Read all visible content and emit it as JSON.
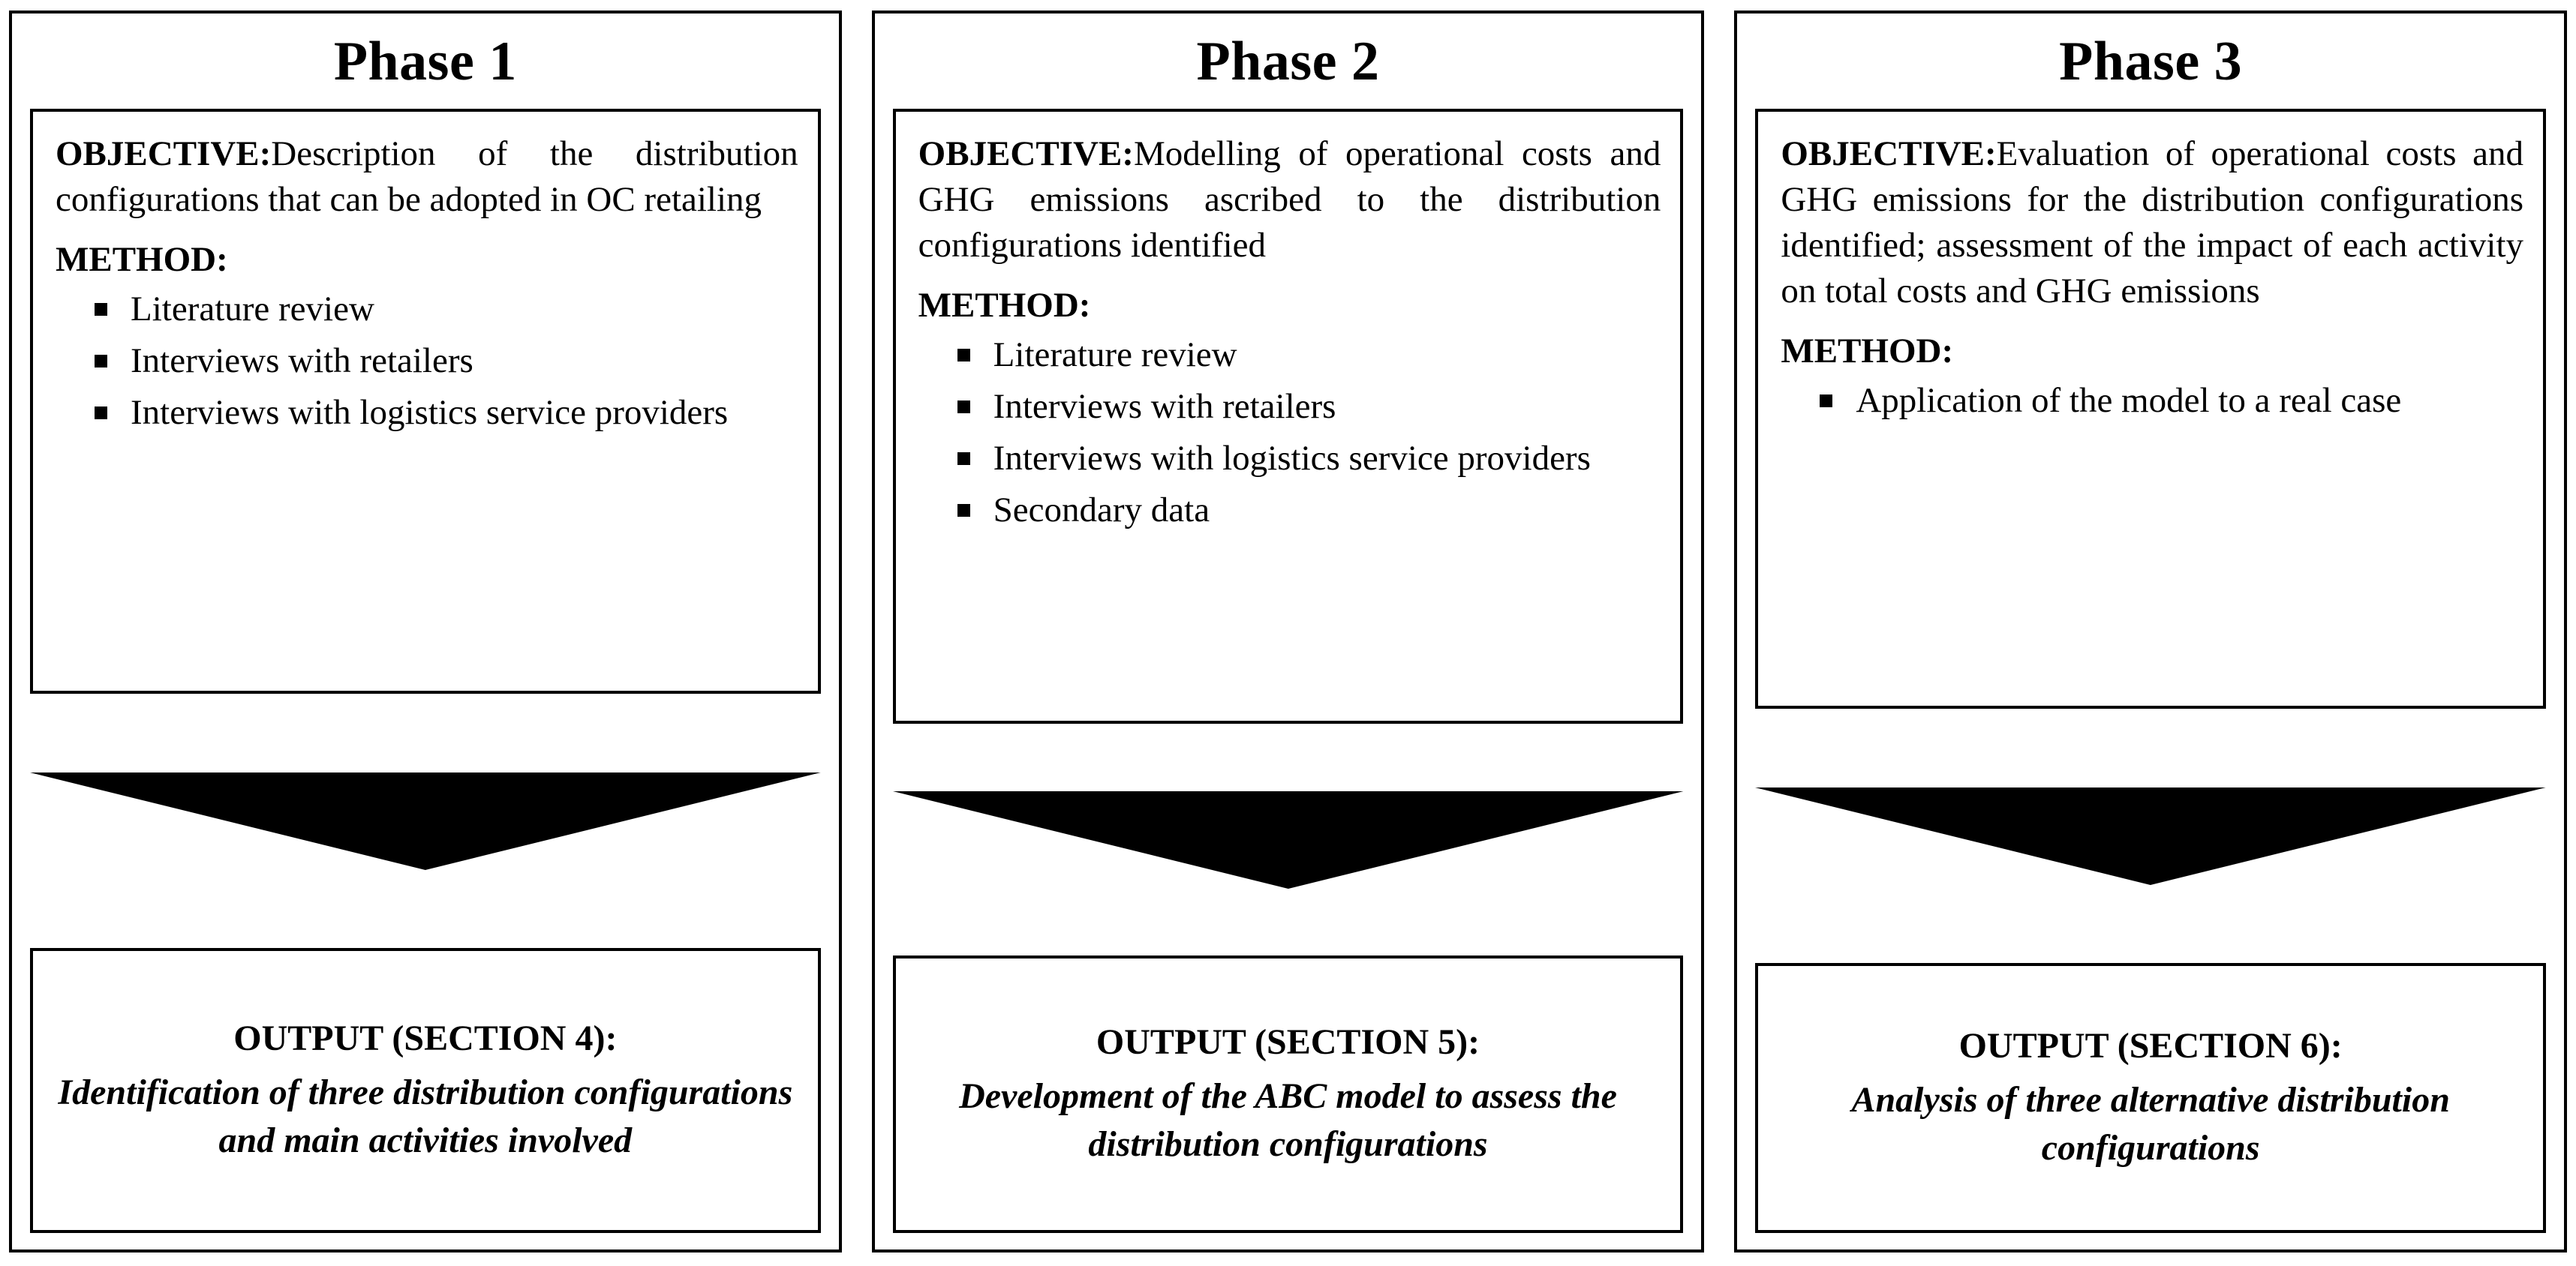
{
  "figure": {
    "type": "three-phase-research-methodology-flowchart",
    "orientation": "horizontal",
    "accent_color": "#000000",
    "background_color": "#ffffff"
  },
  "labels": {
    "objective_label": "OBJECTIVE:",
    "method_label": "METHOD:",
    "bullet_glyph": "square-bullet"
  },
  "phases": [
    {
      "title": "Phase 1",
      "objective_label": "OBJECTIVE:",
      "objective_text": "Description of the distribution configurations that can be adopted in OC retailing",
      "method_label": "METHOD:",
      "method_items": [
        "Literature review",
        "Interviews with retailers",
        "Interviews with logistics service providers"
      ],
      "arrow": "down-arrow",
      "output_title": "OUTPUT (SECTION 4):",
      "output_text": "Identification of three distribution configurations and main activities involved"
    },
    {
      "title": "Phase 2",
      "objective_label": "OBJECTIVE:",
      "objective_text": "Modelling of operational costs and GHG emissions ascribed to the distribution configurations identified",
      "method_label": "METHOD:",
      "method_items": [
        "Literature review",
        "Interviews with retailers",
        "Interviews with logistics service providers",
        "Secondary data"
      ],
      "arrow": "down-arrow",
      "output_title": "OUTPUT (SECTION 5):",
      "output_text": "Development of the ABC model to assess the distribution configurations"
    },
    {
      "title": "Phase 3",
      "objective_label": "OBJECTIVE:",
      "objective_text": "Evaluation of operational costs and GHG emissions for the distribution configurations identified; assessment of the impact of each activity on total costs and GHG emissions",
      "method_label": "METHOD:",
      "method_items": [
        "Application of the model to a real case"
      ],
      "arrow": "down-arrow",
      "output_title": "OUTPUT (SECTION 6):",
      "output_text": "Analysis of three alternative distribution configurations"
    }
  ]
}
